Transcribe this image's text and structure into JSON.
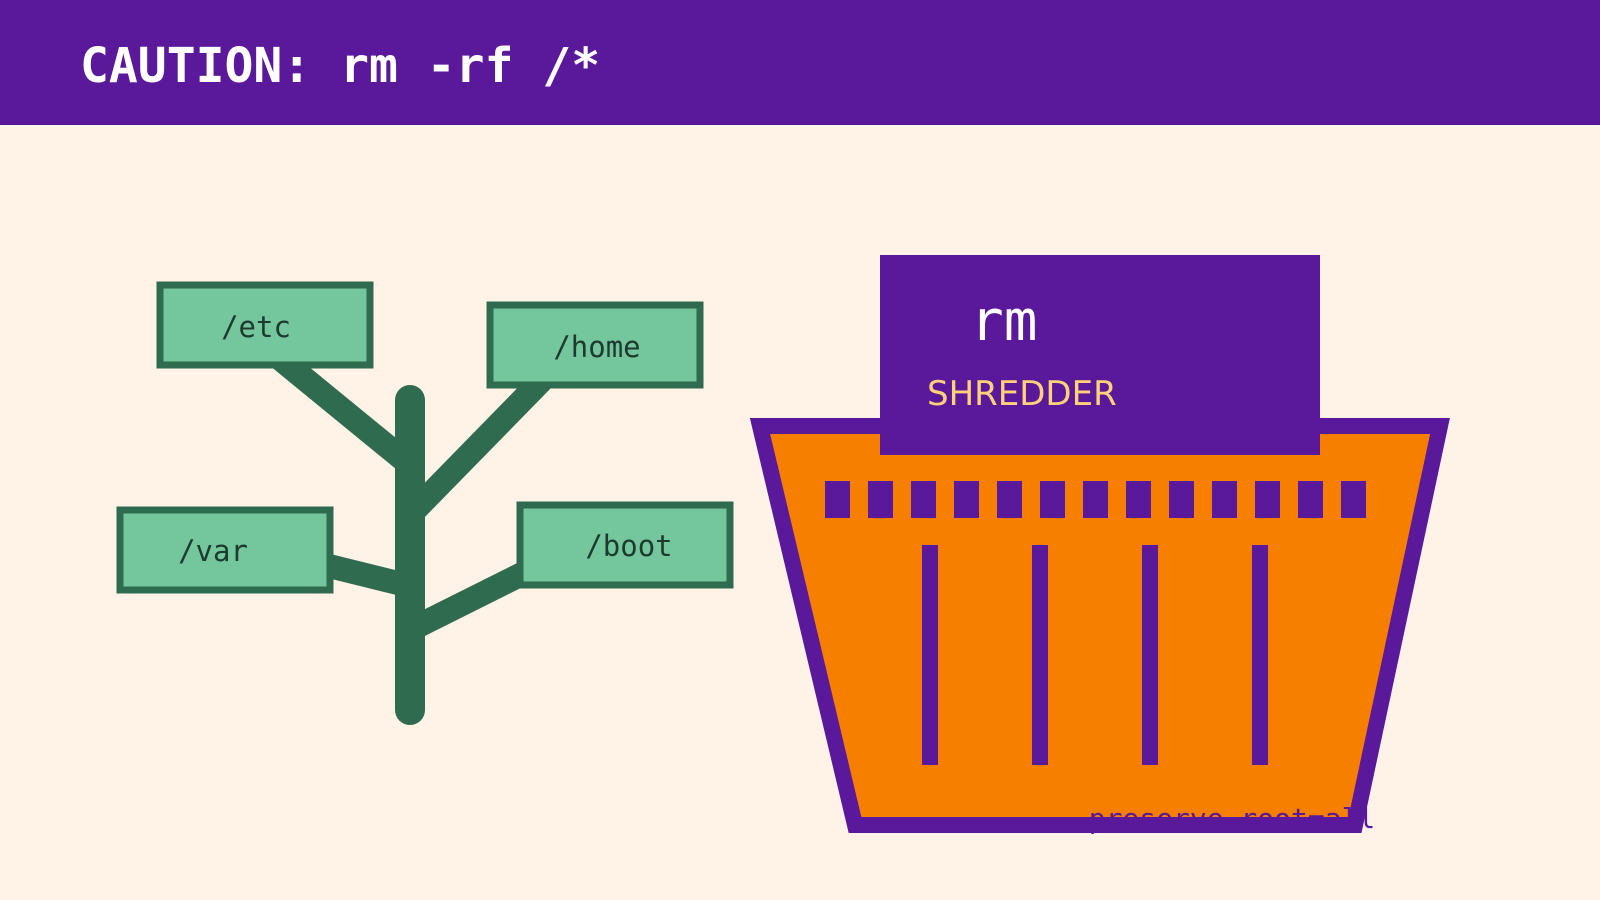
{
  "header": {
    "title": "CAUTION: rm -rf /*"
  },
  "tree": {
    "nodes": [
      {
        "id": "etc",
        "label": "/etc"
      },
      {
        "id": "home",
        "label": "/home"
      },
      {
        "id": "var",
        "label": "/var"
      },
      {
        "id": "boot",
        "label": "/boot"
      }
    ]
  },
  "shredder": {
    "title": "rm",
    "subtitle": "SHREDDER",
    "flag_text": "--preserve-root=all"
  },
  "colors": {
    "header_bg": "#5a189a",
    "background": "#fff2e6",
    "tree_dark": "#2f6b4f",
    "tree_light": "#74c69d",
    "shredder_body": "#f77f00",
    "shredder_accent": "#5a189a",
    "subtitle_text": "#ffd27a"
  }
}
